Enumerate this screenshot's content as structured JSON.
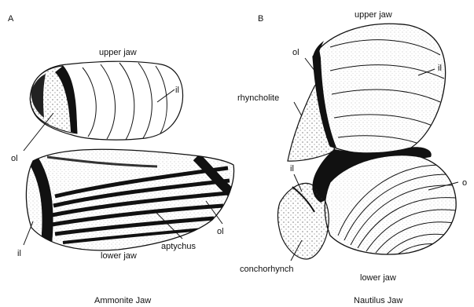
{
  "panels": [
    {
      "letter": "A",
      "caption": "Ammonite Jaw",
      "labels": {
        "upper_jaw": "upper jaw",
        "lower_jaw": "lower jaw",
        "il_upper": "il",
        "ol_upper": "ol",
        "ol_lower": "ol",
        "il_lower": "il",
        "aptychus": "aptychus"
      }
    },
    {
      "letter": "B",
      "caption": "Nautilus Jaw",
      "labels": {
        "upper_jaw": "upper jaw",
        "lower_jaw": "lower jaw",
        "ol_upper": "ol",
        "il_upper": "il",
        "rhyncholite": "rhyncholite",
        "il_lower": "il",
        "o_lower": "o",
        "conchorhynch": "conchorhynch"
      }
    }
  ],
  "colors": {
    "ink": "#111111",
    "paper": "#ffffff",
    "shade": "#555555"
  }
}
